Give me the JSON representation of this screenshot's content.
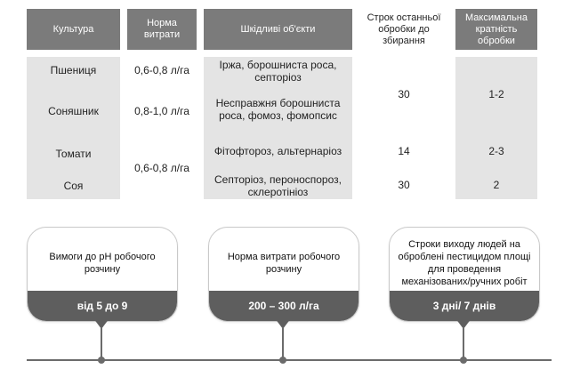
{
  "table": {
    "headers": {
      "culture": "Культура",
      "rate": "Норма витрати",
      "pests": "Шкідливі об'єкти",
      "last_treatment": "Строк останньої обробки до збирання",
      "max_frequency": "Максимальна кратність обробки"
    },
    "cultures": [
      "Пшениця",
      "Соняшник",
      "Томати",
      "Соя"
    ],
    "rates": [
      "0,6-0,8 л/га",
      "0,8-1,0 л/га",
      "0,6-0,8 л/га"
    ],
    "pests": [
      "Іржа, борошниста роса, септоріоз",
      "Несправжня борошниста роса, фомоз, фомопсис",
      "Фітофтороз, альтернаріоз",
      "Септоріоз, пероноспороз, склеротініоз"
    ],
    "last_treatment": [
      "30",
      "14",
      "30"
    ],
    "max_frequency": [
      "1-2",
      "2-3",
      "2"
    ]
  },
  "cards": [
    {
      "text": "Вимоги до pH робочого розчину",
      "value": "від 5 до 9"
    },
    {
      "text": "Норма витрати робочого розчину",
      "value": "200 – 300 л/га"
    },
    {
      "text": "Строки виходу людей на оброблені пестицидом площі для проведення механізованих/ручних робіт",
      "value": "3 дні/ 7 днів"
    }
  ],
  "colors": {
    "header": "#7b7b7b",
    "column_fill": "#e4e4e4",
    "card_value": "#5e5e5e"
  }
}
